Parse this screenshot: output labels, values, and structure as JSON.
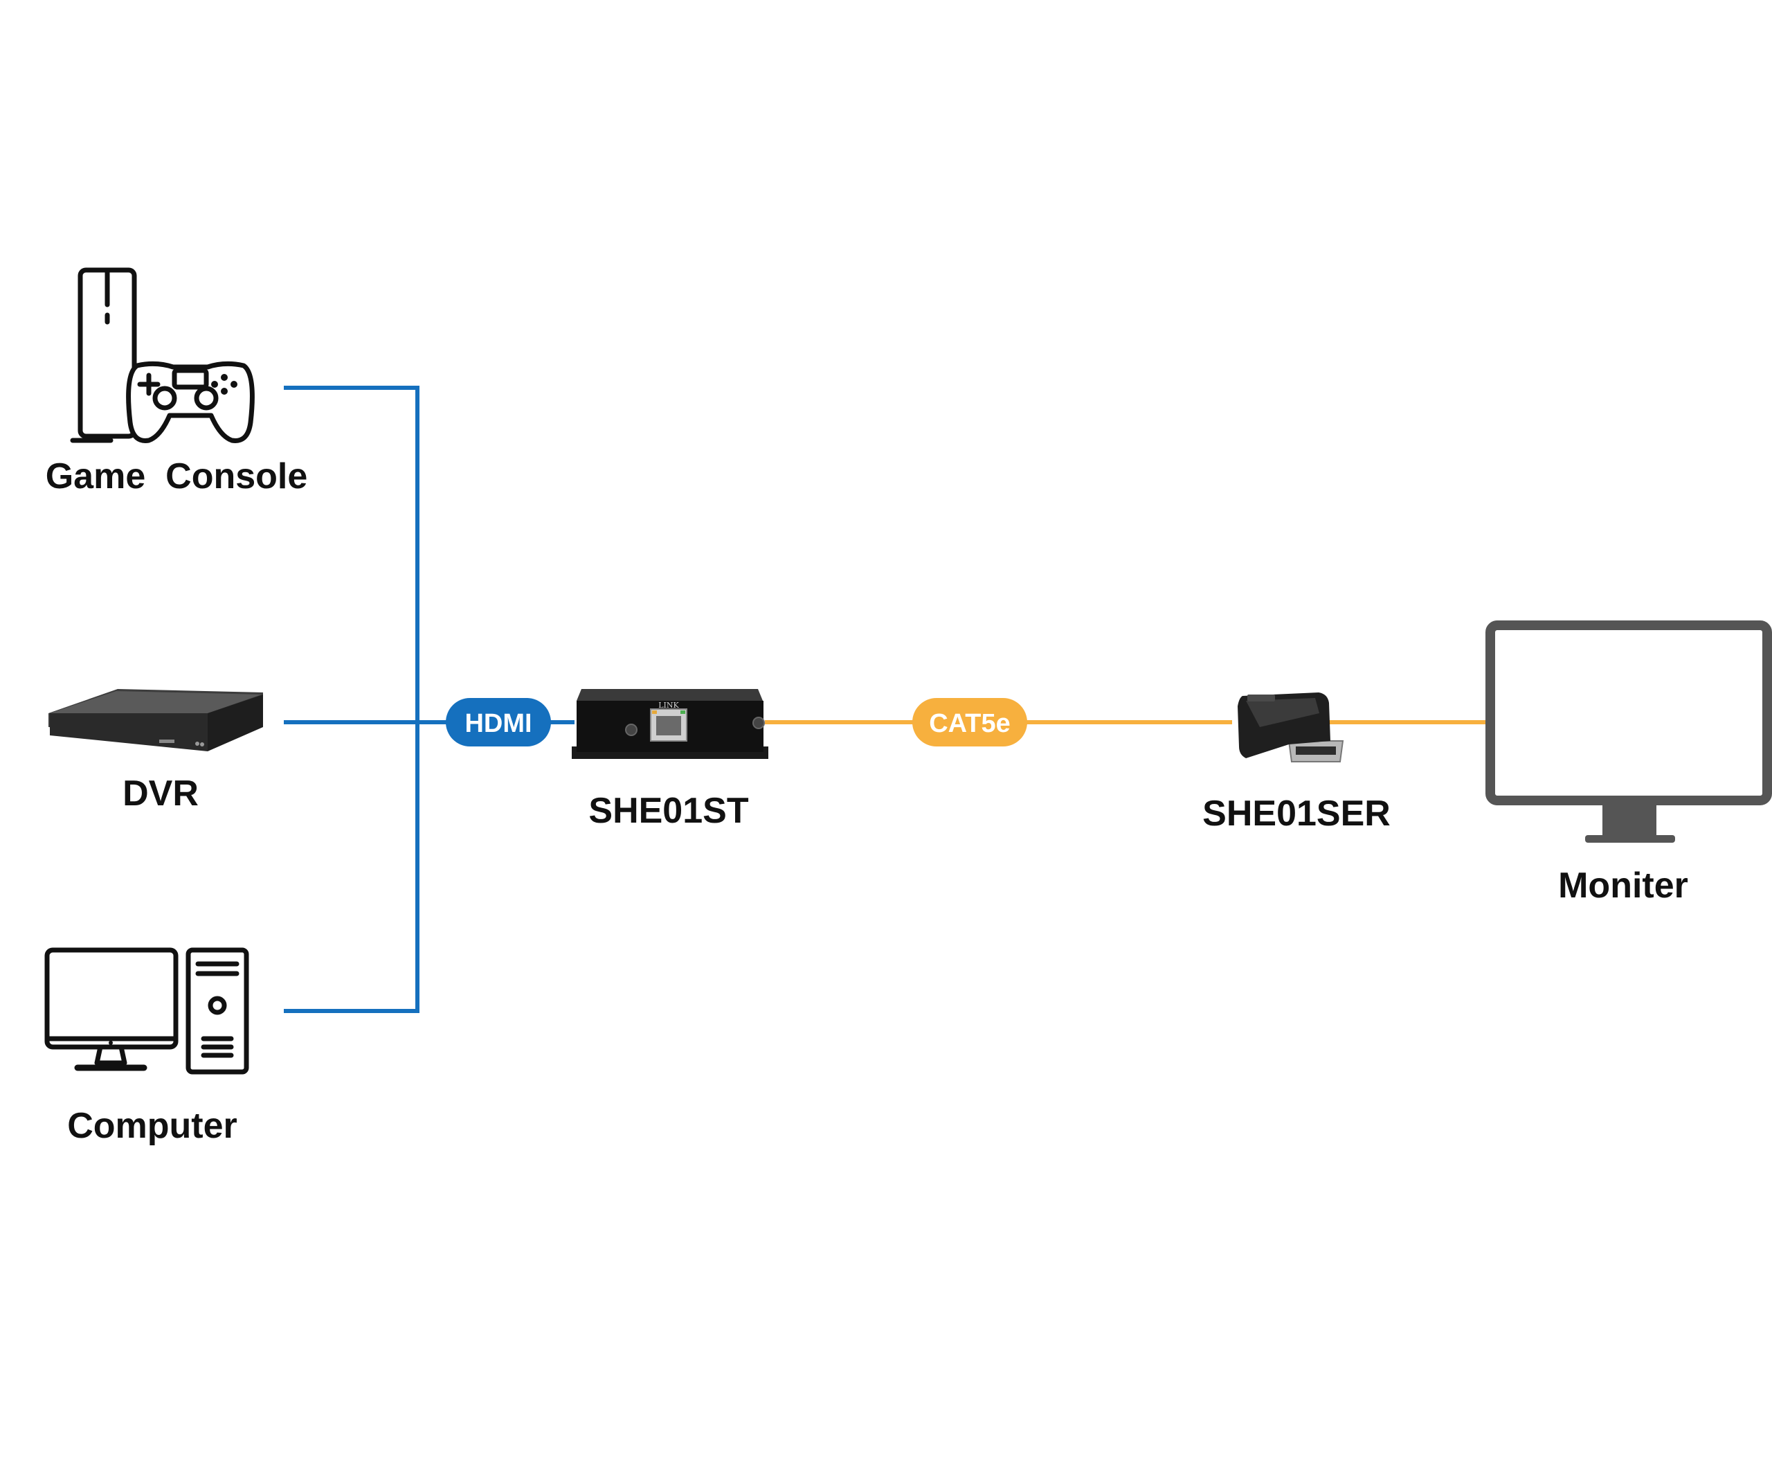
{
  "colors": {
    "hdmi_line": "#1570BE",
    "cat_line": "#F7B03E",
    "icon_stroke": "#111111",
    "monitor_gray": "#555555"
  },
  "devices": {
    "game_console": {
      "label": "Game  Console",
      "icon": "game-console-controller-icon"
    },
    "dvr": {
      "label": "DVR",
      "icon": "dvr-recorder-photo"
    },
    "computer": {
      "label": "Computer",
      "icon": "desktop-computer-tower-icon"
    },
    "transmitter": {
      "label": "SHE01ST",
      "icon": "extender-transmitter-photo",
      "port_label": "LINK"
    },
    "receiver": {
      "label": "SHE01SER",
      "icon": "hdmi-receiver-dongle-photo"
    },
    "monitor": {
      "label": "Moniter",
      "icon": "monitor-icon"
    }
  },
  "connections": {
    "hdmi_badge": "HDMI",
    "cat_badge": "CAT5e"
  }
}
